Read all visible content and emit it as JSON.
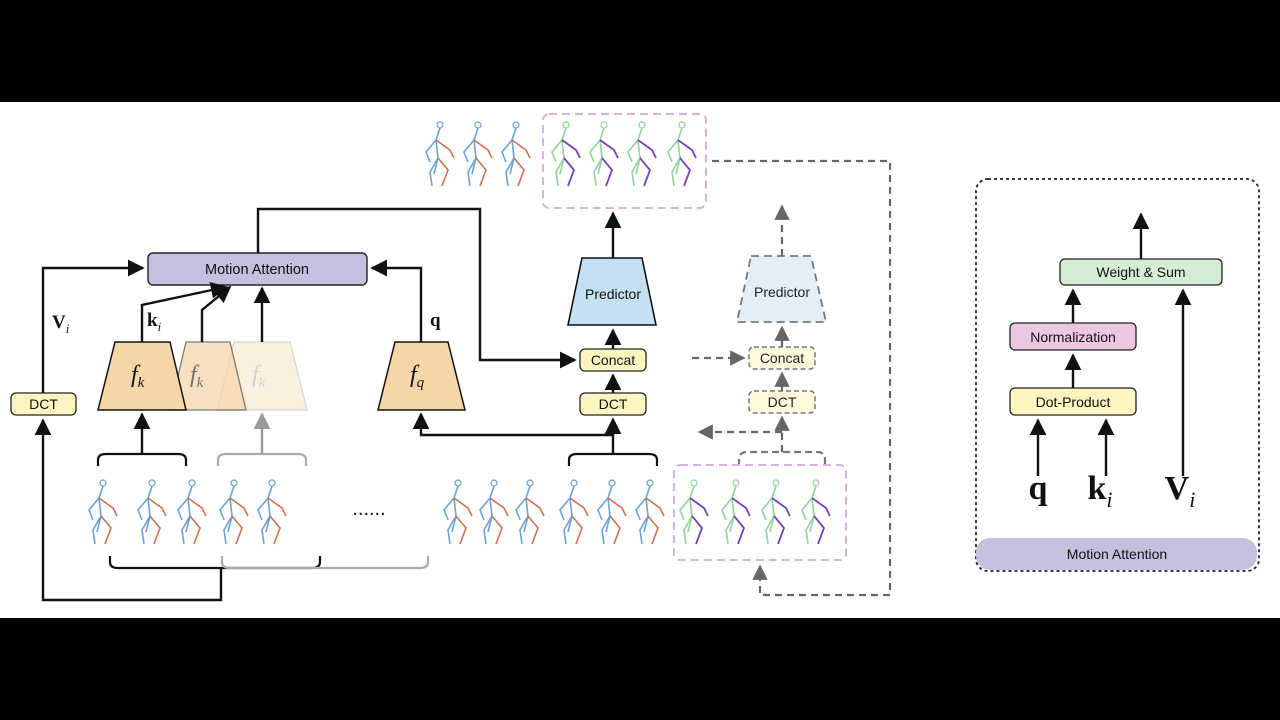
{
  "left": {
    "motion_attention": "Motion Attention",
    "dct": "DCT",
    "v_label": "V",
    "v_sub": "i",
    "k_label": "k",
    "k_sub": "i",
    "q_label": "q",
    "fk": "f",
    "fk_sub": "k",
    "fq": "f",
    "fq_sub": "q",
    "dots": "......"
  },
  "middle": {
    "predictor": "Predictor",
    "concat": "Concat",
    "dct": "DCT"
  },
  "future": {
    "predictor": "Predictor",
    "concat": "Concat",
    "dct": "DCT"
  },
  "panel": {
    "weight_sum": "Weight & Sum",
    "normalization": "Normalization",
    "dot_product": "Dot-Product",
    "q": "q",
    "k": "k",
    "k_sub": "i",
    "v": "V",
    "v_sub": "i",
    "caption": "Motion Attention"
  },
  "colors": {
    "attention_purple": "#c5c0e0",
    "encoder_orange": "#f6d5a8",
    "predictor_blue": "#c5dff3",
    "dct_yellow": "#fdf5c0",
    "weight_green": "#d5ecd5",
    "normalization_pink": "#ecc8e0",
    "skeleton_blue": "#6aa2d8",
    "skeleton_red": "#d0704e",
    "skeleton_green": "#8fd49a",
    "skeleton_purple": "#7a3fb8",
    "future_border": "#d8b2e4"
  }
}
